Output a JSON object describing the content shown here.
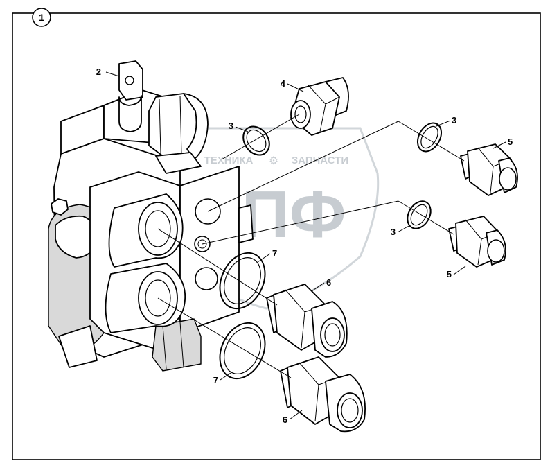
{
  "figure_number": "1",
  "callouts": {
    "c2": "2",
    "c4": "4",
    "c3a": "3",
    "c3b": "3",
    "c3c": "3",
    "c5a": "5",
    "c5b": "5",
    "c7a": "7",
    "c7b": "7",
    "c6a": "6",
    "c6b": "6"
  },
  "watermark": {
    "left_word": "ТЕХНИКА",
    "right_word": "ЗАПЧАСТИ",
    "big_letters": "ЭПФ",
    "color": "#9aa4ad"
  }
}
